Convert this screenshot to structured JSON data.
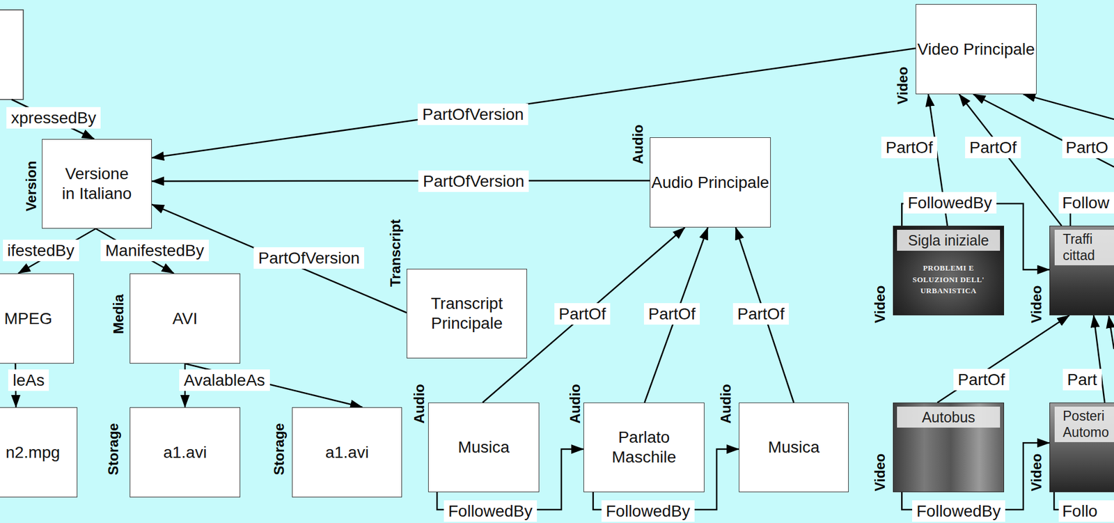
{
  "diagram": {
    "nodes": [
      {
        "text": [
          "Versione in Italiano",
          "Version"
        ]
      },
      {
        "text": [
          "MPEG"
        ]
      },
      {
        "text": [
          "AVI",
          "Media"
        ]
      },
      {
        "text": [
          "n2.mpg"
        ]
      },
      {
        "text": [
          "a1.avi",
          "Storage"
        ]
      },
      {
        "text": [
          "a1.avi",
          "Storage"
        ]
      },
      {
        "text": [
          "Transcript Principale",
          "Transcript"
        ]
      },
      {
        "text": [
          "Audio Principale",
          "Audio"
        ]
      },
      {
        "text": [
          "Musica",
          "Audio"
        ]
      },
      {
        "text": [
          "Parlato Maschile",
          "Audio"
        ]
      },
      {
        "text": [
          "Musica",
          "Audio"
        ]
      },
      {
        "text": [
          "Video Principale",
          "Video"
        ]
      },
      {
        "text": [
          "Sigla iniziale",
          "PROBLEMI E SOLUZIONI DELL' URBANISTICA",
          "Video"
        ]
      },
      {
        "text": [
          "Traffi cittad",
          "Video"
        ]
      },
      {
        "text": [
          "Autobus",
          "Video"
        ]
      },
      {
        "text": [
          "Posteri Automo",
          "Video"
        ]
      }
    ],
    "edges": [
      {
        "from": 11,
        "to": 0,
        "label": "PartOfVersion",
        "arrow": "to"
      },
      {
        "from": 7,
        "to": 0,
        "label": "PartOfVersion",
        "arrow": "to"
      },
      {
        "from": 6,
        "to": 0,
        "label": "PartOfVersion",
        "arrow": "to"
      },
      {
        "from": 0,
        "to": 1,
        "label": "ifestedBy",
        "arrow": "to"
      },
      {
        "from": 0,
        "to": 2,
        "label": "ManifestedBy",
        "arrow": "to"
      },
      {
        "from": 1,
        "to": 3,
        "label": "leAs",
        "arrow": "to"
      },
      {
        "from": 2,
        "to": 4,
        "label": "AvalableAs",
        "arrow": "to"
      },
      {
        "from": 2,
        "to": 5,
        "arrow": "to"
      },
      {
        "from": 8,
        "to": 7,
        "label": "PartOf",
        "arrow": "to"
      },
      {
        "from": 9,
        "to": 7,
        "label": "PartOf",
        "arrow": "to"
      },
      {
        "from": 10,
        "to": 7,
        "label": "PartOf",
        "arrow": "to"
      },
      {
        "from": 8,
        "to": 9,
        "label": "FollowedBy",
        "arrow": "to"
      },
      {
        "from": 9,
        "to": 10,
        "label": "FollowedBy",
        "arrow": "to"
      },
      {
        "from": 12,
        "to": 11,
        "label": "PartOf",
        "arrow": "to"
      },
      {
        "from": 13,
        "to": 11,
        "label": "PartOf",
        "arrow": "to"
      },
      {
        "from": 12,
        "to": 13,
        "label": "FollowedBy",
        "arrow": "to"
      },
      {
        "from": 14,
        "to": 13,
        "label": "PartOf",
        "arrow": "to"
      },
      {
        "from": 15,
        "to": 13,
        "label": "Part",
        "arrow": "to"
      },
      {
        "from": 14,
        "to": 15,
        "label": "FollowedBy",
        "arrow": "to"
      }
    ],
    "labels": [
      "xpressedBy",
      "PartO",
      "Follow",
      "Follo"
    ]
  }
}
